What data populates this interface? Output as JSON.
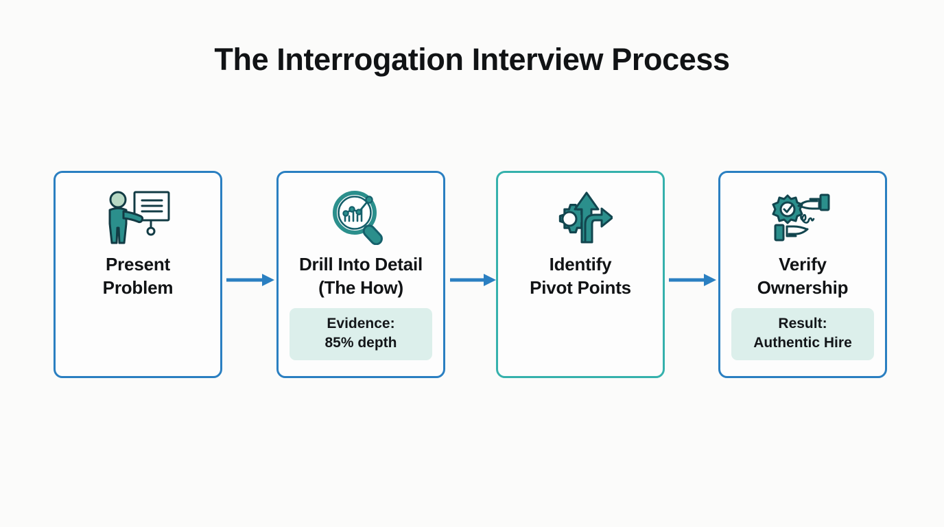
{
  "page": {
    "title": "The Interrogation Interview Process",
    "background_color": "#fbfbfa",
    "accent_blue": "#2a7fc1",
    "accent_teal": "#35b1ac",
    "badge_background": "#dcefeb",
    "icon_teal": "#2b8f8c",
    "icon_outline": "#123b44"
  },
  "flow": {
    "steps": [
      {
        "index": "1",
        "title": "Present Problem",
        "title_line1": "Present",
        "title_line2": "Problem",
        "icon": "presenter-whiteboard-icon",
        "border_color": "#2a7fc1",
        "badge": null
      },
      {
        "index": "2",
        "title": "Drill Into Detail (The How)",
        "title_line1": "Drill Into Detail",
        "title_line2": "(The How)",
        "icon": "magnifier-chart-icon",
        "border_color": "#2a7fc1",
        "badge": {
          "label": "Evidence:",
          "value": "85% depth",
          "metric_percent": 85
        }
      },
      {
        "index": "3",
        "title": "Identify Pivot Points",
        "title_line1": "Identify",
        "title_line2": "Pivot Points",
        "icon": "gear-branching-arrows-icon",
        "border_color": "#35b1ac",
        "badge": null
      },
      {
        "index": "4",
        "title": "Verify Ownership",
        "title_line1": "Verify",
        "title_line2": "Ownership",
        "icon": "hands-certificate-seal-icon",
        "border_color": "#2a7fc1",
        "badge": {
          "label": "Result:",
          "value": "Authentic Hire",
          "metric_percent": null
        }
      }
    ],
    "connectors": [
      {
        "name": "arrow-step1-to-step2",
        "direction": "right",
        "color": "#2a7fc1"
      },
      {
        "name": "arrow-step2-to-step3",
        "direction": "right",
        "color": "#2a7fc1"
      },
      {
        "name": "arrow-step3-to-step4",
        "direction": "right",
        "color": "#2a7fc1"
      }
    ]
  }
}
